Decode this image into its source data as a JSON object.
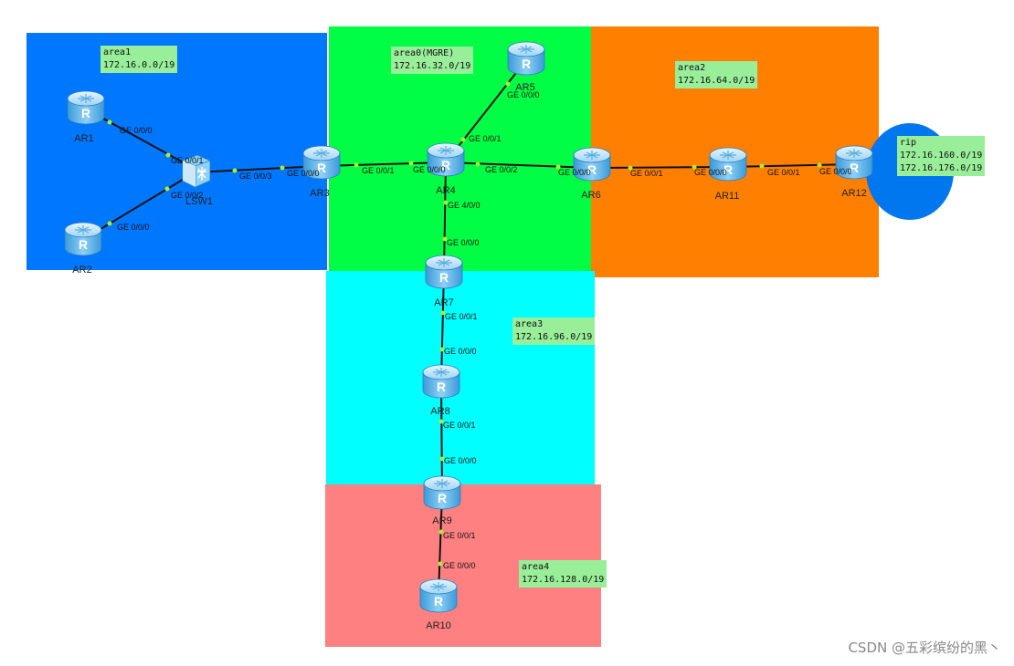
{
  "colors": {
    "area1": "#0077ff",
    "area0": "#00ff44",
    "area2": "#ff8000",
    "area3": "#00ffff",
    "area4": "#ff8080",
    "rip": "#0077ee",
    "label_bg": "#99ee99"
  },
  "areas": {
    "area1": {
      "name": "area1",
      "subnet": "172.16.0.0/19"
    },
    "area0": {
      "name": "area0(MGRE)",
      "subnet": "172.16.32.0/19"
    },
    "area2": {
      "name": "area2",
      "subnet": "172.16.64.0/19"
    },
    "area3": {
      "name": "area3",
      "subnet": "172.16.96.0/19"
    },
    "area4": {
      "name": "area4",
      "subnet": "172.16.128.0/19"
    },
    "rip": {
      "name": "rip",
      "subnet1": "172.16.160.0/19",
      "subnet2": "172.16.176.0/19"
    }
  },
  "devices": {
    "ar1": "AR1",
    "ar2": "AR2",
    "lsw1": "LSW1",
    "ar3": "AR3",
    "ar4": "AR4",
    "ar5": "AR5",
    "ar6": "AR6",
    "ar7": "AR7",
    "ar8": "AR8",
    "ar9": "AR9",
    "ar10": "AR10",
    "ar11": "AR11",
    "ar12": "AR12"
  },
  "ports": {
    "ar1_ge000": "GE 0/0/0",
    "lsw1_ge001": "GE 0/0/1",
    "lsw1_ge002": "GE 0/0/2",
    "ar2_ge000": "GE 0/0/0",
    "lsw1_ge003": "GE 0/0/3",
    "ar3_ge000": "GE 0/0/0",
    "ar3_ge001": "GE 0/0/1",
    "ar4_ge000": "GE 0/0/0",
    "ar5_ge000": "GE 0/0/0",
    "ar4_ge001": "GE 0/0/1",
    "ar4_ge002": "GE 0/0/2",
    "ar6_ge000": "GE 0/0/0",
    "ar6_ge001": "GE 0/0/1",
    "ar11_ge000": "GE 0/0/0",
    "ar11_ge001": "GE 0/0/1",
    "ar12_ge000": "GE 0/0/0",
    "ar4_ge400": "GE 4/0/0",
    "ar7_ge000": "GE 0/0/0",
    "ar7_ge001": "GE 0/0/1",
    "ar8_ge000": "GE 0/0/0",
    "ar8_ge001": "GE 0/0/1",
    "ar9_ge000": "GE 0/0/0",
    "ar9_ge001": "GE 0/0/1",
    "ar10_ge000": "GE 0/0/0"
  },
  "watermark": "CSDN @五彩缤纷的黑丶"
}
